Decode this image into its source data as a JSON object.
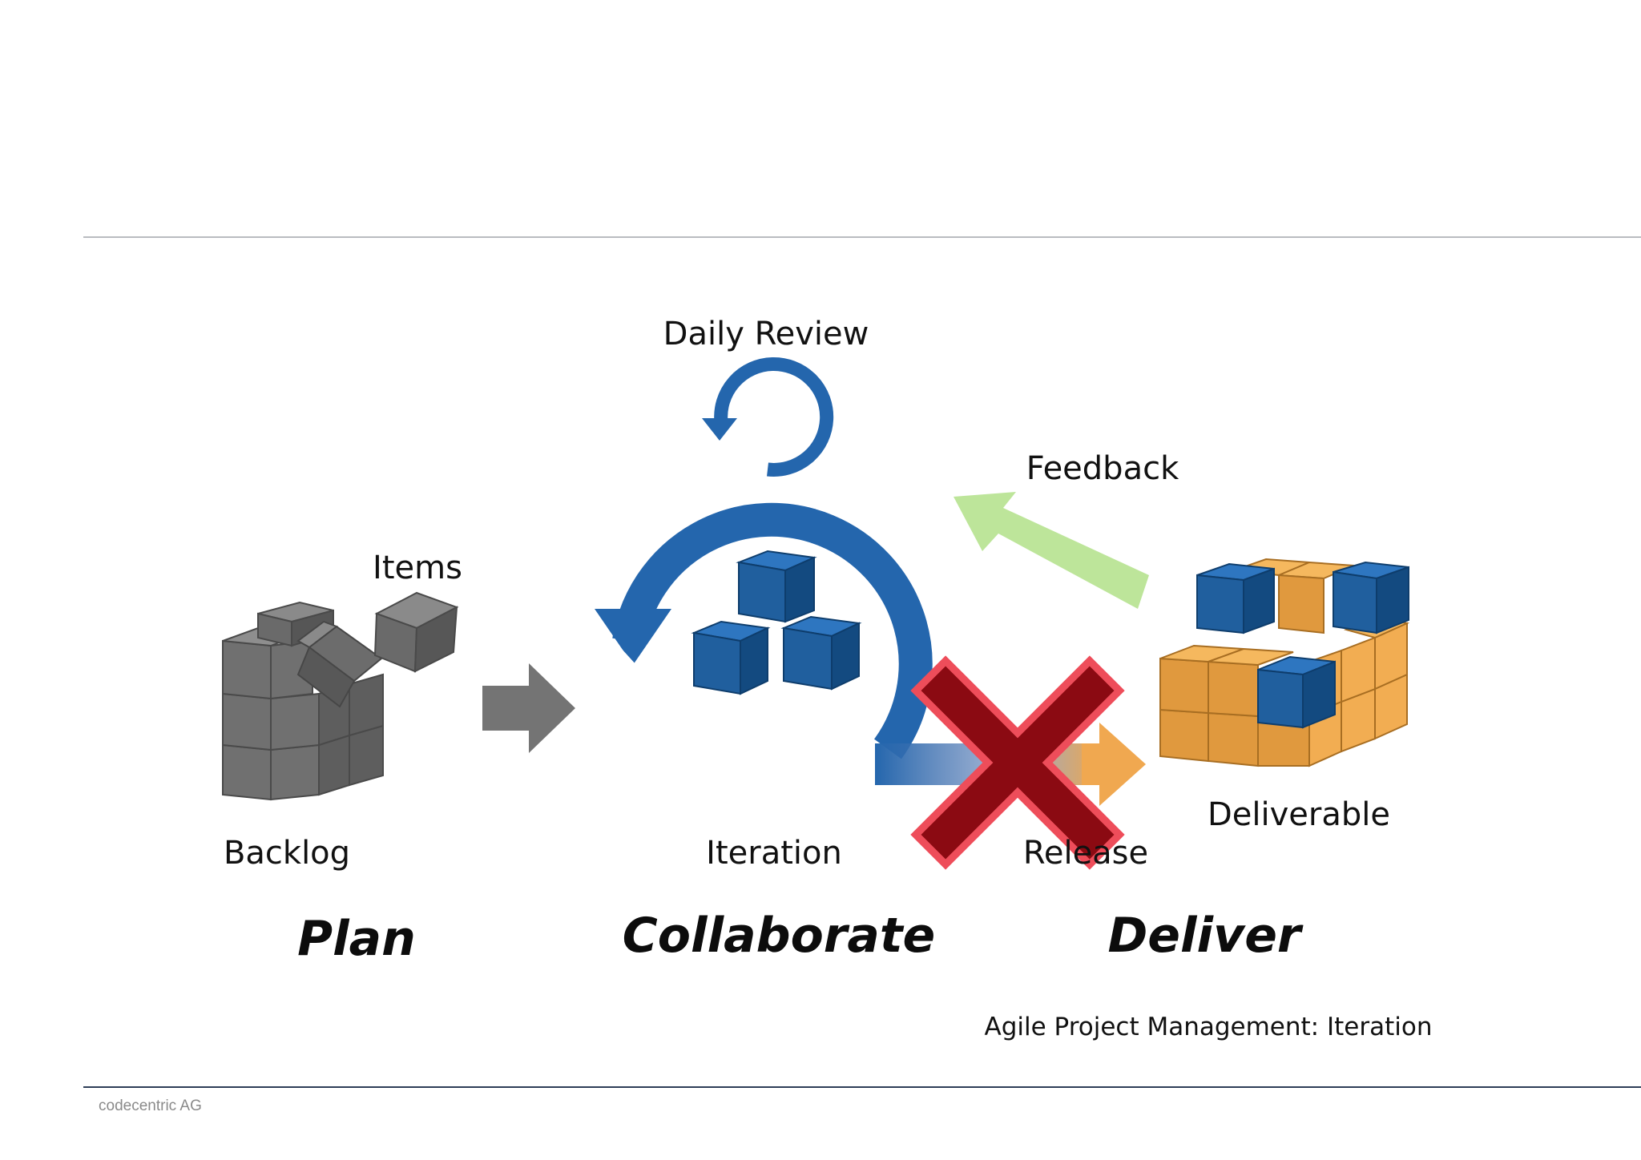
{
  "diagram": {
    "labels": {
      "daily_review": "Daily Review",
      "feedback": "Feedback",
      "items": "Items",
      "backlog": "Backlog",
      "iteration": "Iteration",
      "release": "Release",
      "deliverable": "Deliverable"
    },
    "phases": {
      "plan": "Plan",
      "collaborate": "Collaborate",
      "deliver": "Deliver"
    },
    "caption": "Agile Project Management: Iteration"
  },
  "footer": {
    "company": "codecentric AG"
  },
  "colors": {
    "blue": "#2466ad",
    "gray_cube": "#6b6b6b",
    "orange_cube": "#e0a040",
    "green_arrow": "#b8e08a",
    "red_cross": "#8b0a12"
  }
}
